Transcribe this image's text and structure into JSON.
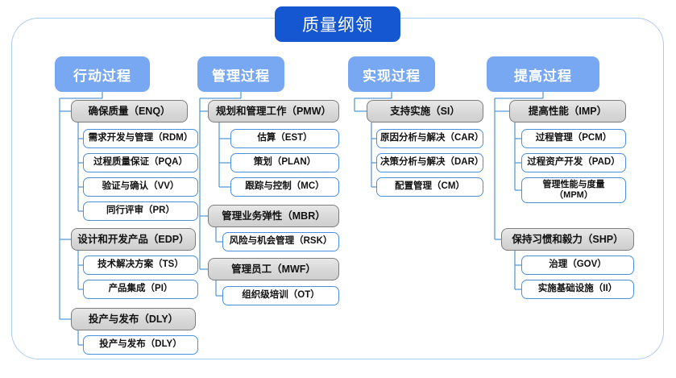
{
  "diagram": {
    "type": "tree",
    "title": "质量纲领",
    "colors": {
      "title_bg": "#1557d0",
      "header_bg": "#79a8f2",
      "category_bg": "#dcdcdc",
      "category_border": "#7d7d7d",
      "leaf_border": "#4a90e2",
      "frame_border": "#a9cdf2",
      "connector": "#5b9bd5"
    },
    "columns": [
      {
        "header": "行动过程",
        "groups": [
          {
            "label": "确保质量（ENQ）",
            "children": [
              "需求开发与管理（RDM）",
              "过程质量保证（PQA）",
              "验证与确认（VV）",
              "同行评审（PR）"
            ]
          },
          {
            "label": "设计和开发产品（EDP）",
            "children": [
              "技术解决方案（TS）",
              "产品集成（PI）"
            ]
          },
          {
            "label": "投产与发布（DLY）",
            "children": [
              "投产与发布（DLY）"
            ]
          }
        ]
      },
      {
        "header": "管理过程",
        "groups": [
          {
            "label": "规划和管理工作（PMW）",
            "children": [
              "估算（EST）",
              "策划（PLAN）",
              "跟踪与控制（MC）"
            ]
          },
          {
            "label": "管理业务弹性（MBR）",
            "children": [
              "风险与机会管理（RSK）"
            ]
          },
          {
            "label": "管理员工（MWF）",
            "children": [
              "组织级培训（OT）"
            ]
          }
        ]
      },
      {
        "header": "实现过程",
        "groups": [
          {
            "label": "支持实施（SI）",
            "children": [
              "原因分析与解决（CAR）",
              "决策分析与解决（DAR）",
              "配置管理（CM）"
            ]
          }
        ]
      },
      {
        "header": "提高过程",
        "groups": [
          {
            "label": "提高性能（IMP）",
            "children": [
              "过程管理（PCM）",
              "过程资产开发（PAD）",
              "管理性能与度量\n（MPM）"
            ]
          },
          {
            "label": "保持习惯和毅力（SHP）",
            "children": [
              "治理（GOV）",
              "实施基础设施（II）"
            ]
          }
        ]
      }
    ]
  }
}
